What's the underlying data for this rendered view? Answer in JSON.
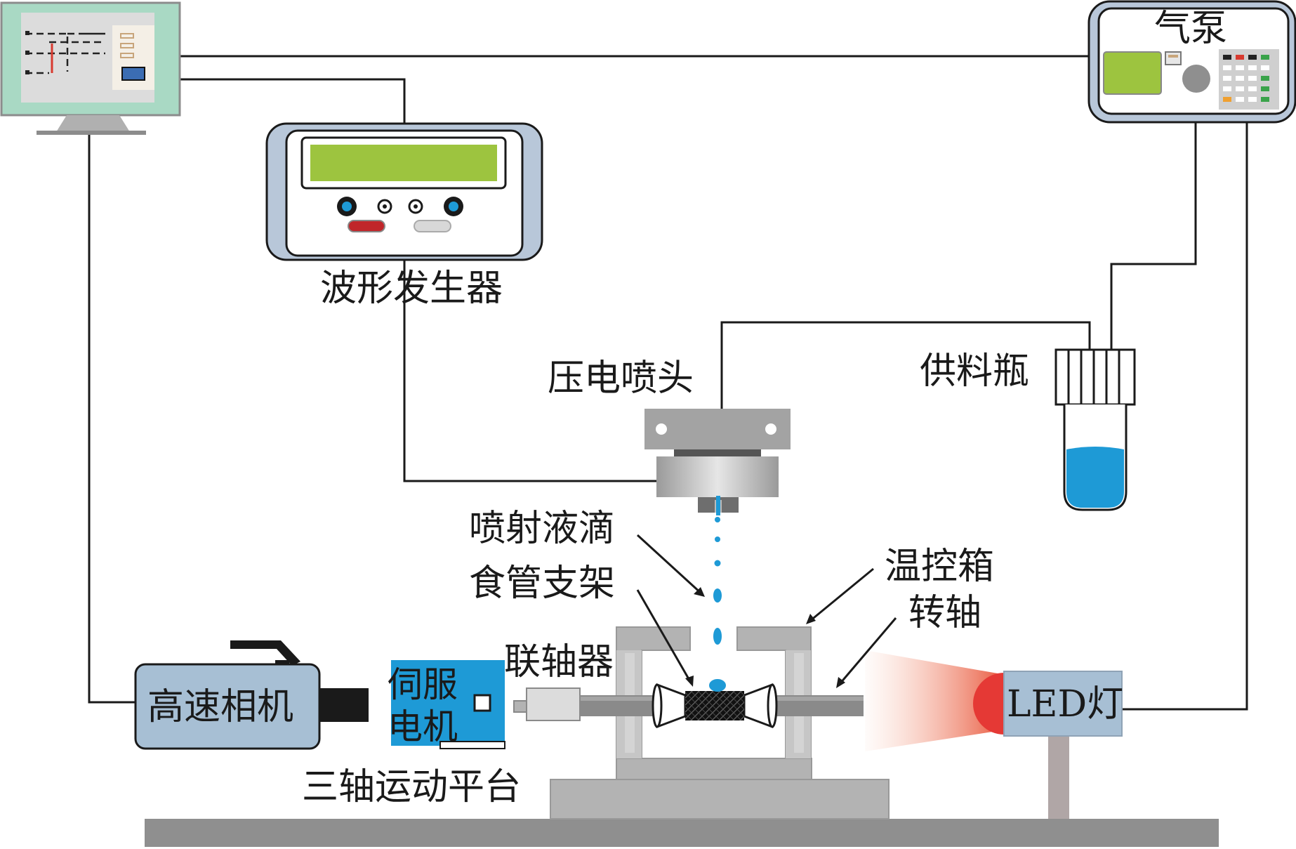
{
  "labels": {
    "waveform_generator": "波形发生器",
    "air_pump": "气泵",
    "piezo_nozzle": "压电喷头",
    "supply_bottle": "供料瓶",
    "jetted_droplet": "喷射液滴",
    "esophageal_stent": "食管支架",
    "temp_chamber": "温控箱",
    "rotary_shaft": "转轴",
    "coupling": "联轴器",
    "high_speed_camera": "高速相机",
    "servo_motor_line1": "伺服",
    "servo_motor_line2": "电机",
    "led_lamp": "LED灯",
    "three_axis_stage": "三轴运动平台"
  },
  "colors": {
    "line": "#1a1a1a",
    "screen_green": "#9dc43f",
    "device_frame": "#b8c7d9",
    "monitor_bezel": "#a9d9c4",
    "liquid_blue": "#1e9ad6",
    "motor_blue": "#1e9ad6",
    "camera_body": "#a7bfd4",
    "led_red": "#e53935",
    "platform_gray": "#b3b3b3",
    "base_gray": "#8f8f8f"
  }
}
